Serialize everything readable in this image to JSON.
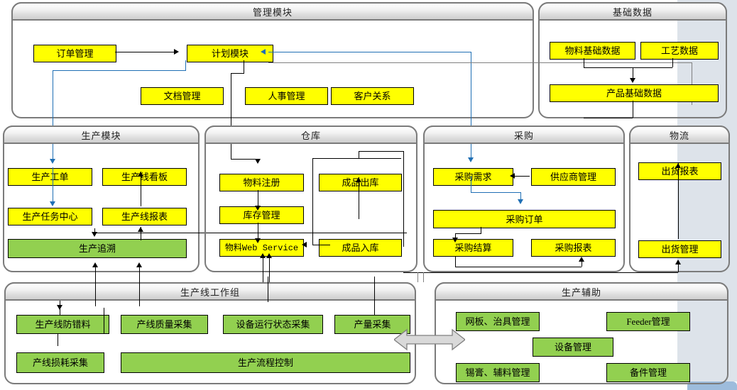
{
  "diagram": {
    "title": "MES System Architecture Module Map",
    "colors": {
      "node_primary": "#ffff00",
      "node_secondary": "#92d050",
      "module_border": "#7b7b7b",
      "connector": "#000000",
      "connector_highlight": "#1f6fb4",
      "backdrop": "#dde3ea",
      "footer_accent": "#9dbcdc"
    }
  },
  "modules": [
    {
      "id": "management",
      "title": "管理模块",
      "nodes": [
        {
          "id": "order-mgmt",
          "label": "订单管理"
        },
        {
          "id": "plan-module",
          "label": "计划模块"
        },
        {
          "id": "doc-mgmt",
          "label": "文档管理"
        },
        {
          "id": "hr-mgmt",
          "label": "人事管理"
        },
        {
          "id": "crm",
          "label": "客户关系"
        }
      ]
    },
    {
      "id": "basic-data",
      "title": "基础数据",
      "nodes": [
        {
          "id": "material-basic-data",
          "label": "物料基础数据"
        },
        {
          "id": "process-data",
          "label": "工艺数据"
        },
        {
          "id": "product-basic-data",
          "label": "产品基础数据"
        }
      ]
    },
    {
      "id": "production",
      "title": "生产模块",
      "nodes": [
        {
          "id": "prod-work-order",
          "label": "生产工单"
        },
        {
          "id": "prod-line-board",
          "label": "生产线看板"
        },
        {
          "id": "prod-task-center",
          "label": "生产任务中心"
        },
        {
          "id": "prod-line-report",
          "label": "生产线报表"
        },
        {
          "id": "prod-trace",
          "label": "生产追溯"
        }
      ]
    },
    {
      "id": "warehouse",
      "title": "仓库",
      "nodes": [
        {
          "id": "material-register",
          "label": "物料注册"
        },
        {
          "id": "fg-outbound",
          "label": "成品出库"
        },
        {
          "id": "inventory-mgmt",
          "label": "库存管理"
        },
        {
          "id": "material-web-svc",
          "label": "物料Web Service"
        },
        {
          "id": "fg-inbound",
          "label": "成品入库"
        }
      ]
    },
    {
      "id": "purchasing",
      "title": "采购",
      "nodes": [
        {
          "id": "purchase-request",
          "label": "采购需求"
        },
        {
          "id": "supplier-mgmt",
          "label": "供应商管理"
        },
        {
          "id": "purchase-order",
          "label": "采购订单"
        },
        {
          "id": "purchase-settle",
          "label": "采购结算"
        },
        {
          "id": "purchase-report",
          "label": "采购报表"
        }
      ]
    },
    {
      "id": "logistics",
      "title": "物流",
      "nodes": [
        {
          "id": "shipping-report",
          "label": "出货报表"
        },
        {
          "id": "shipping-mgmt",
          "label": "出货管理"
        }
      ]
    },
    {
      "id": "line-workgroup",
      "title": "生产线工作组",
      "nodes": [
        {
          "id": "line-poka-yoke",
          "label": "生产线防错料"
        },
        {
          "id": "line-quality-collect",
          "label": "产线质量采集"
        },
        {
          "id": "equip-status-collect",
          "label": "设备运行状态采集"
        },
        {
          "id": "output-collect",
          "label": "产量采集"
        },
        {
          "id": "line-loss-collect",
          "label": "产线损耗采集"
        },
        {
          "id": "process-control",
          "label": "生产流程控制"
        }
      ]
    },
    {
      "id": "production-support",
      "title": "生产辅助",
      "nodes": [
        {
          "id": "stencil-fixture-mgmt",
          "label": "网板、治具管理"
        },
        {
          "id": "feeder-mgmt",
          "label": "Feeder管理"
        },
        {
          "id": "equipment-mgmt",
          "label": "设备管理"
        },
        {
          "id": "solder-aux-mgmt",
          "label": "锡膏、辅料管理"
        },
        {
          "id": "spare-parts-mgmt",
          "label": "备件管理"
        }
      ]
    }
  ]
}
